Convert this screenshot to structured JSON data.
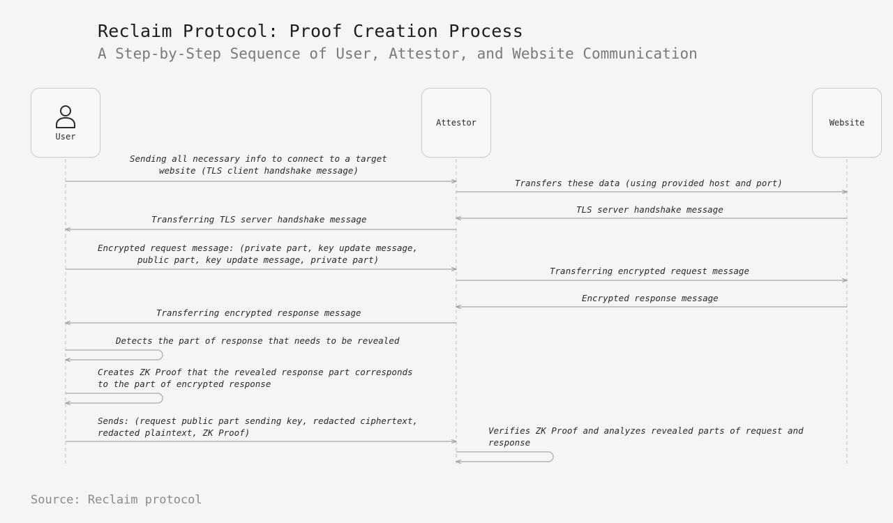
{
  "title": "Reclaim Protocol: Proof Creation Process",
  "subtitle": "A Step-by-Step Sequence of User, Attestor, and Website Communication",
  "source": "Source: Reclaim protocol",
  "actors": {
    "user": {
      "label": "User",
      "icon": "user-icon"
    },
    "attestor": {
      "label": "Attestor"
    },
    "website": {
      "label": "Website"
    }
  },
  "colors": {
    "line": "#a8a8a8",
    "border": "#c8c8c8",
    "text": "#2a2a2a",
    "muted": "#7a7a7a"
  },
  "messages": [
    {
      "from": "User",
      "to": "Attestor",
      "lines": [
        "Sending all necessary info to connect to a target",
        "website (TLS client handshake message)"
      ]
    },
    {
      "from": "Attestor",
      "to": "Website",
      "lines": [
        "Transfers these data (using provided host and port)"
      ]
    },
    {
      "from": "Website",
      "to": "Attestor",
      "lines": [
        "TLS server handshake message"
      ]
    },
    {
      "from": "Attestor",
      "to": "User",
      "lines": [
        "Transferring TLS server handshake message"
      ]
    },
    {
      "from": "User",
      "to": "Attestor",
      "lines": [
        "Encrypted request message: (private part, key update message,",
        "public part, key update message, private part)"
      ]
    },
    {
      "from": "Attestor",
      "to": "Website",
      "lines": [
        "Transferring encrypted request message"
      ]
    },
    {
      "from": "Website",
      "to": "Attestor",
      "lines": [
        "Encrypted response message"
      ]
    },
    {
      "from": "Attestor",
      "to": "User",
      "lines": [
        "Transferring encrypted response message"
      ]
    },
    {
      "from": "User",
      "to": "User",
      "lines": [
        "Detects the part of response that needs to be revealed"
      ]
    },
    {
      "from": "User",
      "to": "User",
      "lines": [
        "Creates ZK Proof that the revealed response part corresponds",
        "to the part of encrypted response"
      ]
    },
    {
      "from": "User",
      "to": "Attestor",
      "lines": [
        "Sends: (request public part sending key, redacted ciphertext,",
        "redacted plaintext, ZK Proof)"
      ]
    },
    {
      "from": "Attestor",
      "to": "Attestor",
      "lines": [
        "Verifies ZK Proof and analyzes revealed parts of request and",
        "response"
      ]
    }
  ]
}
